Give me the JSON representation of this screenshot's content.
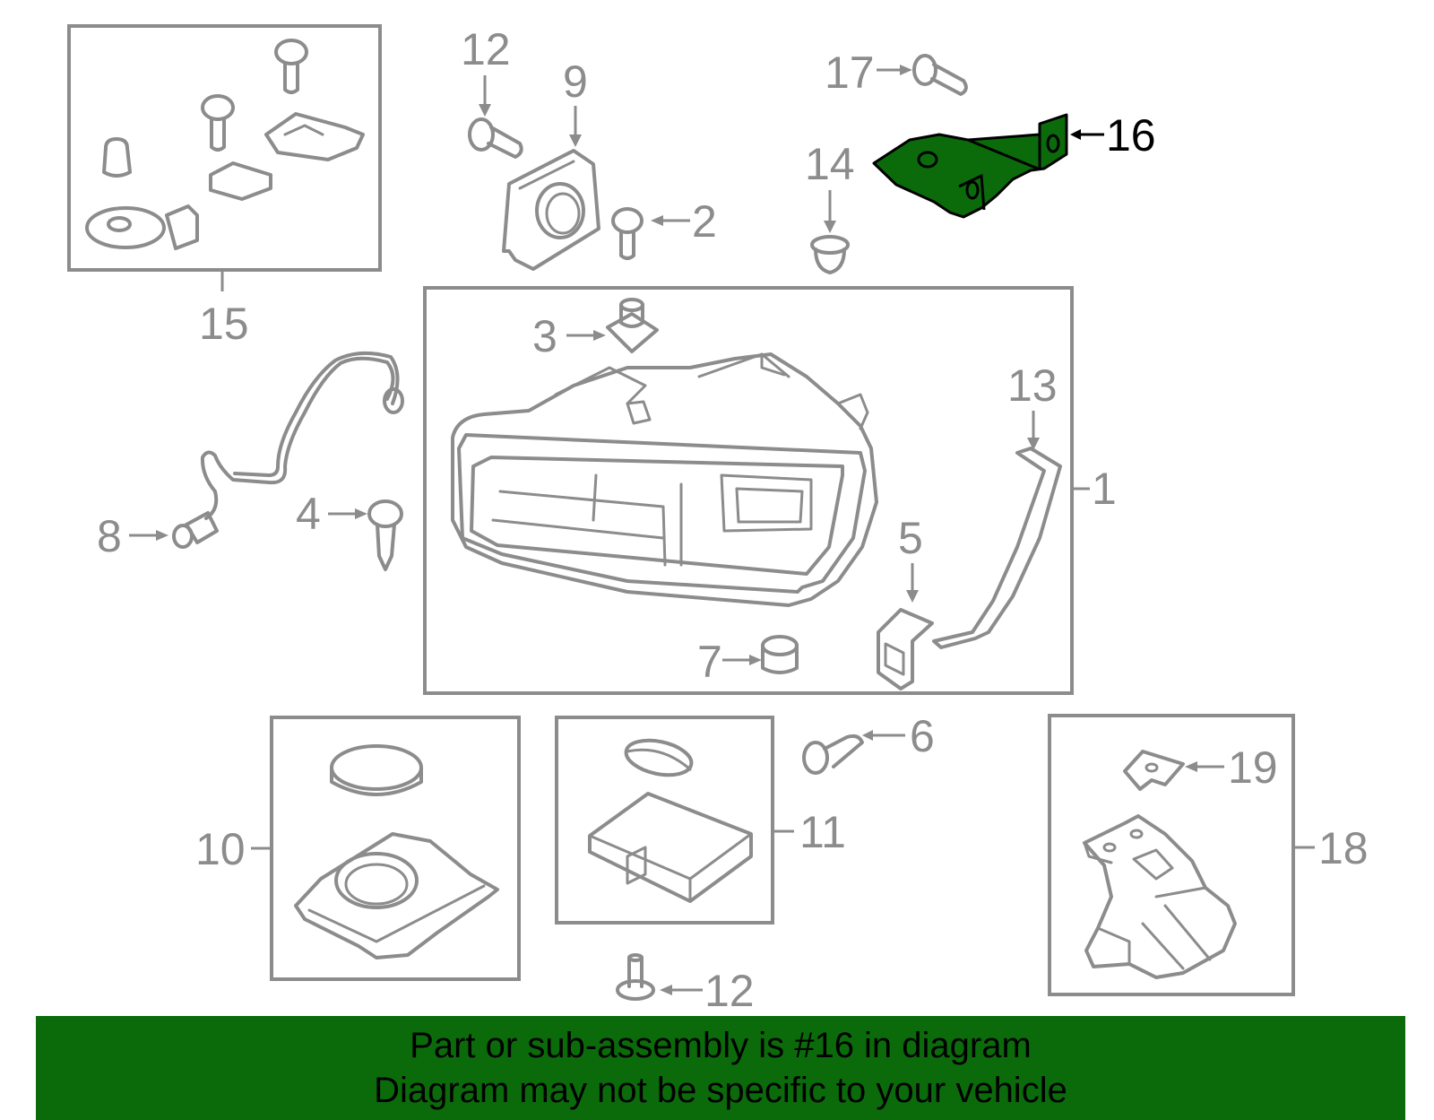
{
  "callouts": {
    "n1": "1",
    "n2": "2",
    "n3": "3",
    "n4": "4",
    "n5": "5",
    "n6": "6",
    "n7": "7",
    "n8": "8",
    "n9": "9",
    "n10": "10",
    "n11": "11",
    "n12a": "12",
    "n12b": "12",
    "n13": "13",
    "n14": "14",
    "n15": "15",
    "n16": "16",
    "n17": "17",
    "n18": "18",
    "n19": "19"
  },
  "highlight": {
    "part": "16",
    "color": "#0b6b0b"
  },
  "banner": {
    "line1": "Part or sub-assembly is #16 in diagram",
    "line2": "Diagram may not be specific to your vehicle",
    "background": "#0b6b0b"
  }
}
